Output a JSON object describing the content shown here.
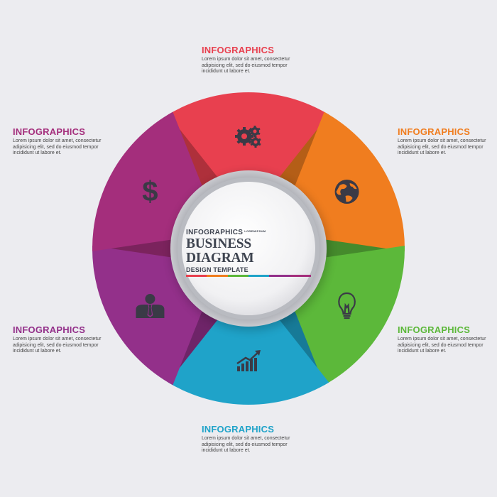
{
  "hub": {
    "top_label": "INFOGRAPHICS",
    "small_label": "LOREMIPSUM",
    "main_title": "BUSINESS DIAGRAM",
    "subtitle": "DESIGN TEMPLATE"
  },
  "segments": [
    {
      "id": "top",
      "title": "INFOGRAPHICS",
      "color": "#e8404f",
      "icon": "gears-icon",
      "body_line1": "Lorem ipsum dolor sit amet, consectetur",
      "body_line2": "adipisicing elit, sed do eiusmod tempor",
      "body_line3": "incididunt ut labore et."
    },
    {
      "id": "upper-right",
      "title": "INFOGRAPHICS",
      "color": "#f07d1f",
      "icon": "globe-icon",
      "body_line1": "Lorem ipsum dolor sit amet, consectetur",
      "body_line2": "adipisicing elit, sed do eiusmod tempor",
      "body_line3": "incididunt ut labore et."
    },
    {
      "id": "lower-right",
      "title": "INFOGRAPHICS",
      "color": "#5cb83a",
      "icon": "lightbulb-icon",
      "body_line1": "Lorem ipsum dolor sit amet, consectetur",
      "body_line2": "adipisicing elit, sed do eiusmod tempor",
      "body_line3": "incididunt ut labore et."
    },
    {
      "id": "bottom",
      "title": "INFOGRAPHICS",
      "color": "#1fa3c9",
      "icon": "bar-chart-icon",
      "body_line1": "Lorem ipsum dolor sit amet, consectetur",
      "body_line2": "adipisicing elit, sed do eiusmod tempor",
      "body_line3": "incididunt ut labore et."
    },
    {
      "id": "lower-left",
      "title": "INFOGRAPHICS",
      "color": "#93308a",
      "icon": "businessman-icon",
      "body_line1": "Lorem ipsum dolor sit amet, consectetur",
      "body_line2": "adipisicing elit, sed do eiusmod tempor",
      "body_line3": "incididunt ut labore et."
    },
    {
      "id": "upper-left",
      "title": "INFOGRAPHICS",
      "color": "#a42e7c",
      "icon": "dollar-icon",
      "body_line1": "Lorem ipsum dolor sit amet, consectetur",
      "body_line2": "adipisicing elit, sed do eiusmod tempor",
      "body_line3": "incididunt ut labore et."
    }
  ],
  "colors": {
    "background": "#ececf0",
    "hub_text": "#3e4450",
    "icon_dark": "#3a3a46"
  }
}
